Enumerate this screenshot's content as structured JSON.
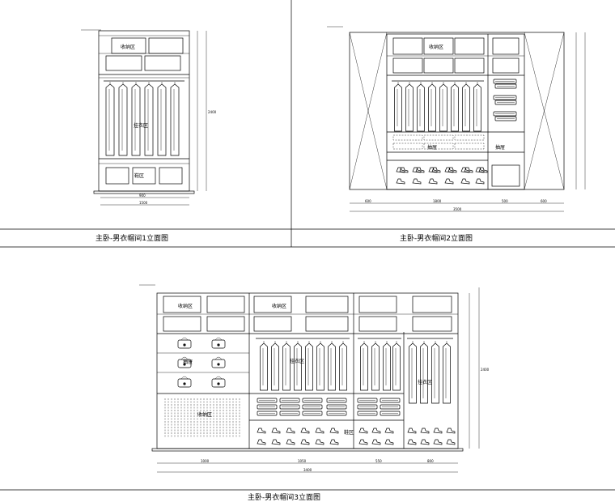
{
  "captions": {
    "elevation1": "主卧-男衣帽间1立面图",
    "elevation2": "主卧-男衣帽间2立面图",
    "elevation3": "主卧-男衣帽间3立面图"
  },
  "zone_labels": {
    "storage": "收纳区",
    "hanging": "挂衣区",
    "drawer": "抽屉",
    "shoe": "鞋区"
  },
  "dimensions": {
    "e1_width_inner": "900",
    "e1_width_total": "1500",
    "e1_height": "2400",
    "e2_left": "600",
    "e2_mid": "1800",
    "e2_right1": "500",
    "e2_right2": "600",
    "e2_total": "3500",
    "e3_seg1": "1000",
    "e3_seg2": "1050",
    "e3_seg3": "550",
    "e3_seg4": "800",
    "e3_total": "3400",
    "e3_height": "2400"
  }
}
